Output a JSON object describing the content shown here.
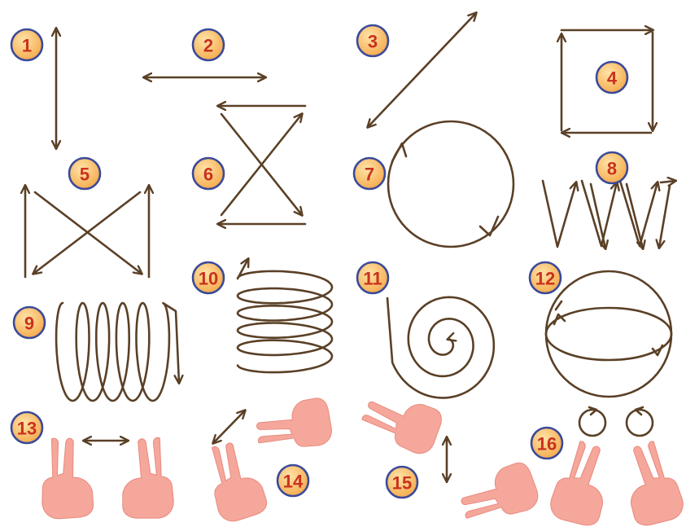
{
  "colors": {
    "stroke": "#5a4026",
    "badge_fill_light": "#ffe3a8",
    "badge_fill_dark": "#f5a94a",
    "badge_ring": "#3b4a9a",
    "badge_text": "#c8321e",
    "hand": "#f6a79b",
    "hand_edge": "#e88e82",
    "background": "#ffffff"
  },
  "gestures": [
    {
      "number": "1",
      "icon": "vertical-double-arrow-icon"
    },
    {
      "number": "2",
      "icon": "horizontal-double-arrow-icon"
    },
    {
      "number": "3",
      "icon": "diagonal-double-arrow-icon"
    },
    {
      "number": "4",
      "icon": "square-loop-arrow-icon"
    },
    {
      "number": "5",
      "icon": "crossed-x-arrows-icon"
    },
    {
      "number": "6",
      "icon": "hourglass-arrows-icon"
    },
    {
      "number": "7",
      "icon": "circle-arrow-icon"
    },
    {
      "number": "8",
      "icon": "zigzag-arrows-icon"
    },
    {
      "number": "9",
      "icon": "horizontal-coil-icon"
    },
    {
      "number": "10",
      "icon": "vertical-coil-icon"
    },
    {
      "number": "11",
      "icon": "spiral-icon"
    },
    {
      "number": "12",
      "icon": "sphere-arrows-icon"
    },
    {
      "number": "13",
      "icon": "two-hands-horizontal-icon"
    },
    {
      "number": "14",
      "icon": "two-hands-diagonal-icon"
    },
    {
      "number": "15",
      "icon": "two-hands-vertical-icon"
    },
    {
      "number": "16",
      "icon": "two-hands-circles-icon"
    }
  ]
}
